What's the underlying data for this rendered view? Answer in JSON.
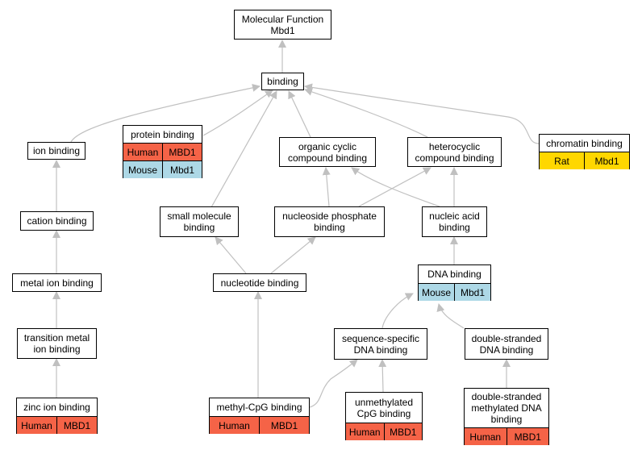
{
  "colors": {
    "edge": "#c0c0c0",
    "human": "#f56347",
    "mouse": "#add8e6",
    "rat": "#ffd700",
    "border": "#000000"
  },
  "nodes": {
    "molecular_function": {
      "line1": "Molecular Function",
      "line2": "Mbd1"
    },
    "binding": {
      "line1": "binding"
    },
    "protein_binding": {
      "line1": "protein binding",
      "rows": [
        {
          "species": "Human",
          "gene": "MBD1"
        },
        {
          "species": "Mouse",
          "gene": "Mbd1"
        }
      ]
    },
    "ion_binding": {
      "line1": "ion binding"
    },
    "organic_cyclic": {
      "line1": "organic cyclic",
      "line2": "compound binding"
    },
    "heterocyclic": {
      "line1": "heterocyclic",
      "line2": "compound binding"
    },
    "chromatin_binding": {
      "line1": "chromatin binding",
      "rows": [
        {
          "species": "Rat",
          "gene": "Mbd1"
        }
      ]
    },
    "cation_binding": {
      "line1": "cation binding"
    },
    "small_molecule": {
      "line1": "small molecule",
      "line2": "binding"
    },
    "nucleoside_phosphate": {
      "line1": "nucleoside phosphate",
      "line2": "binding"
    },
    "nucleic_acid": {
      "line1": "nucleic acid",
      "line2": "binding"
    },
    "metal_ion": {
      "line1": "metal ion binding"
    },
    "nucleotide_binding": {
      "line1": "nucleotide binding"
    },
    "dna_binding": {
      "line1": "DNA binding",
      "rows": [
        {
          "species": "Mouse",
          "gene": "Mbd1"
        }
      ]
    },
    "transition_metal": {
      "line1": "transition metal",
      "line2": "ion binding"
    },
    "sequence_specific": {
      "line1": "sequence-specific",
      "line2": "DNA binding"
    },
    "double_stranded": {
      "line1": "double-stranded",
      "line2": "DNA binding"
    },
    "zinc_ion": {
      "line1": "zinc ion binding",
      "rows": [
        {
          "species": "Human",
          "gene": "MBD1"
        }
      ]
    },
    "methyl_cpg": {
      "line1": "methyl-CpG binding",
      "rows": [
        {
          "species": "Human",
          "gene": "MBD1"
        }
      ]
    },
    "unmethylated_cpg": {
      "line1": "unmethylated",
      "line2": "CpG binding",
      "rows": [
        {
          "species": "Human",
          "gene": "MBD1"
        }
      ]
    },
    "ds_methylated": {
      "line1": "double-stranded",
      "line2": "methylated DNA",
      "line3": "binding",
      "rows": [
        {
          "species": "Human",
          "gene": "MBD1"
        }
      ]
    }
  }
}
